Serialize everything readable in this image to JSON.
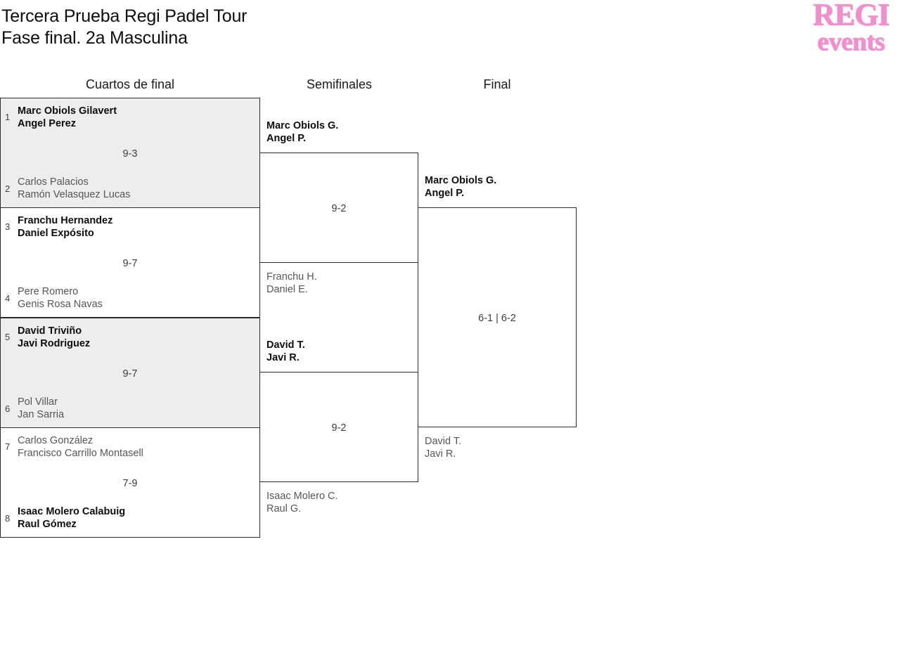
{
  "header": {
    "title": "Tercera Prueba Regi Padel Tour\nFase final. 2a Masculina",
    "logo_top": "REGI",
    "logo_bottom": "events",
    "logo_color": "#ef8fcc"
  },
  "rounds": {
    "quarterfinals_label": "Cuartos de final",
    "semifinals_label": "Semifinales",
    "final_label": "Final"
  },
  "colors": {
    "shaded_row": "#ededed",
    "border": "#2b2b2b",
    "winner_text": "#0d0d0d",
    "loser_text": "#565656"
  },
  "bracket": {
    "quarterfinals": [
      {
        "shaded": true,
        "score": "9-3",
        "top": {
          "seed": "1",
          "names": "Marc Obiols Gilavert\nAngel Perez",
          "result": "winner"
        },
        "bottom": {
          "seed": "2",
          "names": "Carlos Palacios\nRamón Velasquez Lucas",
          "result": "loser"
        }
      },
      {
        "shaded": false,
        "score": "9-7",
        "top": {
          "seed": "3",
          "names": "Franchu Hernandez\nDaniel Expósito",
          "result": "winner"
        },
        "bottom": {
          "seed": "4",
          "names": "Pere Romero\nGenis Rosa Navas",
          "result": "loser"
        }
      },
      {
        "shaded": true,
        "score": "9-7",
        "top": {
          "seed": "5",
          "names": "David Triviño\nJavi Rodriguez",
          "result": "winner"
        },
        "bottom": {
          "seed": "6",
          "names": "Pol Villar\nJan Sarria",
          "result": "loser"
        }
      },
      {
        "shaded": false,
        "score": "7-9",
        "top": {
          "seed": "7",
          "names": "Carlos González\nFrancisco Carrillo Montasell",
          "result": "loser"
        },
        "bottom": {
          "seed": "8",
          "names": "Isaac Molero Calabuig\nRaul Gómez",
          "result": "winner"
        }
      }
    ],
    "semifinals": [
      {
        "score": "9-2",
        "top": {
          "names": "Marc Obiols G.\nAngel P.",
          "result": "winner"
        },
        "bottom": {
          "names": "Franchu H.\nDaniel E.",
          "result": "loser"
        }
      },
      {
        "score": "9-2",
        "top": {
          "names": "David T.\nJavi R.",
          "result": "winner"
        },
        "bottom": {
          "names": "Isaac Molero C.\nRaul G.",
          "result": "loser"
        }
      }
    ],
    "final": {
      "score": "6-1 | 6-2",
      "top": {
        "names": "Marc Obiols G.\nAngel P.",
        "result": "winner"
      },
      "bottom": {
        "names": "David T.\nJavi R.",
        "result": "loser"
      }
    }
  }
}
